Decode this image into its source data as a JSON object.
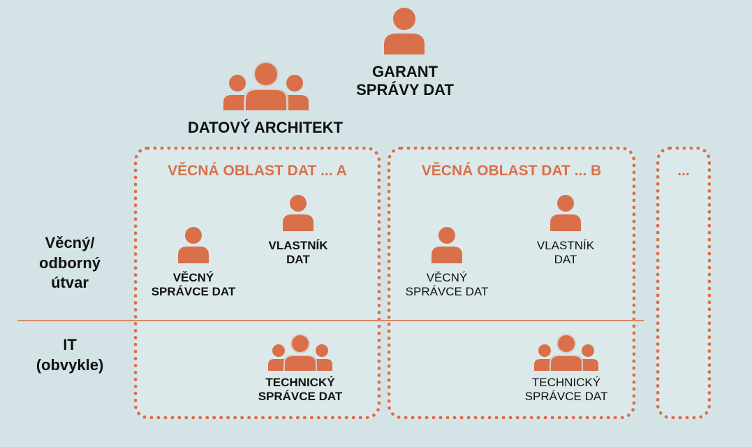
{
  "colors": {
    "accent": "#d9704a",
    "background": "#d3e3e6",
    "text": "#111111"
  },
  "top": {
    "garant": {
      "line1": "GARANT",
      "line2": "SPRÁVY DAT",
      "icon": "person-icon"
    },
    "architekt": {
      "label": "DATOVÝ ARCHITEKT",
      "icon": "group-icon"
    }
  },
  "rows": {
    "vecny": {
      "line1": "Věcný/",
      "line2": "odborný",
      "line3": "útvar"
    },
    "it": {
      "line1": "IT",
      "line2": "(obvykle)"
    }
  },
  "areas": [
    {
      "title": "VĚCNÁ OBLAST DAT ... A",
      "vecny_spravce": {
        "line1": "VĚCNÝ",
        "line2": "SPRÁVCE DAT"
      },
      "vlastnik": {
        "line1": "VLASTNÍK",
        "line2": "DAT"
      },
      "technicky": {
        "line1": "TECHNICKÝ",
        "line2": "SPRÁVCE DAT"
      }
    },
    {
      "title": "VĚCNÁ OBLAST DAT ... B",
      "vecny_spravce": {
        "line1": "VĚCNÝ",
        "line2": "SPRÁVCE DAT"
      },
      "vlastnik": {
        "line1": "VLASTNÍK",
        "line2": "DAT"
      },
      "technicky": {
        "line1": "TECHNICKÝ",
        "line2": "SPRÁVCE DAT"
      }
    },
    {
      "title": "..."
    }
  ]
}
